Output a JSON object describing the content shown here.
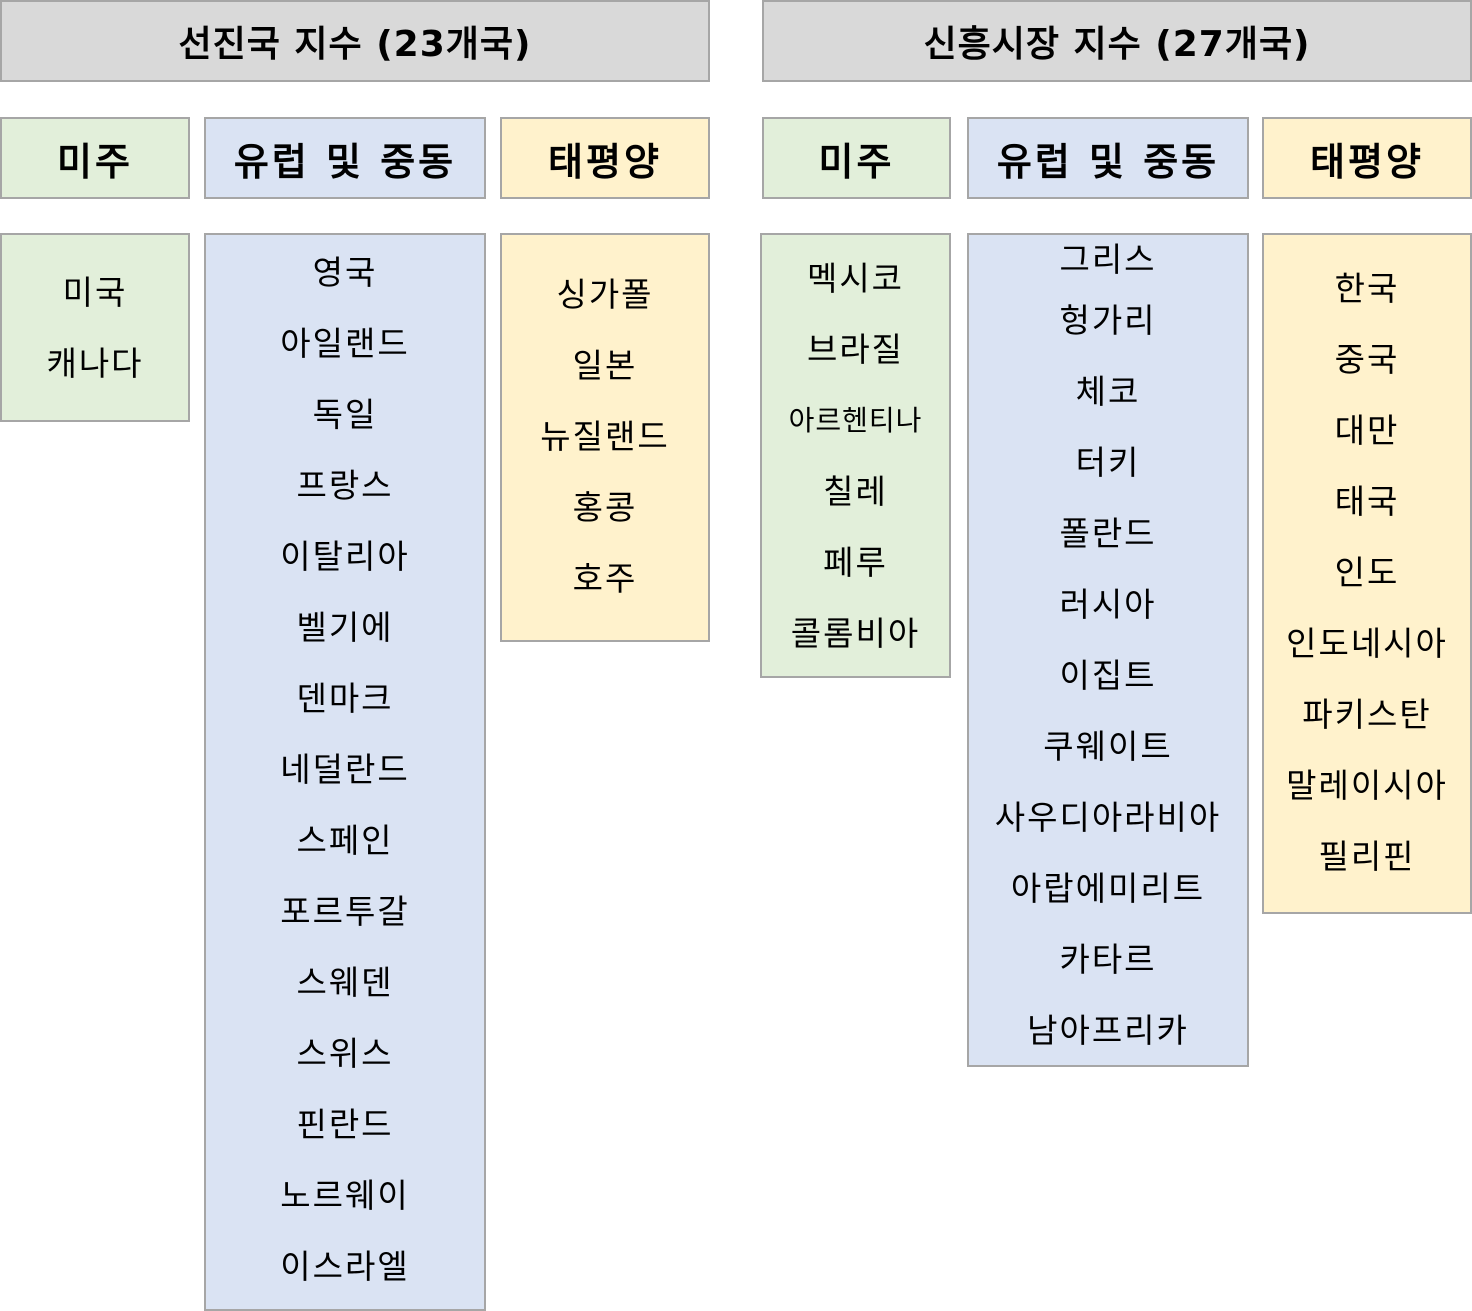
{
  "developed": {
    "title": "선진국 지수 (23개국)",
    "americas": {
      "label": "미주",
      "countries": [
        "미국",
        "캐나다"
      ]
    },
    "europe": {
      "label": "유럽 및 중동",
      "countries": [
        "영국",
        "아일랜드",
        "독일",
        "프랑스",
        "이탈리아",
        "벨기에",
        "덴마크",
        "네덜란드",
        "스페인",
        "포르투갈",
        "스웨덴",
        "스위스",
        "핀란드",
        "노르웨이",
        "이스라엘"
      ]
    },
    "pacific": {
      "label": "태평양",
      "countries": [
        "싱가폴",
        "일본",
        "뉴질랜드",
        "홍콩",
        "호주"
      ]
    }
  },
  "emerging": {
    "title": "신흥시장 지수 (27개국)",
    "americas": {
      "label": "미주",
      "countries": [
        "멕시코",
        "브라질",
        "아르헨티나",
        "칠레",
        "페루",
        "콜롬비아"
      ]
    },
    "europe": {
      "label": "유럽 및 중동",
      "countries": [
        "그리스",
        "헝가리",
        "체코",
        "터키",
        "폴란드",
        "러시아",
        "이집트",
        "쿠웨이트",
        "사우디아라비아",
        "아랍에미리트",
        "카타르",
        "남아프리카"
      ]
    },
    "pacific": {
      "label": "태평양",
      "countries": [
        "한국",
        "중국",
        "대만",
        "태국",
        "인도",
        "인도네시아",
        "파키스탄",
        "말레이시아",
        "필리핀"
      ]
    }
  },
  "colors": {
    "title_bg": "#d9d9d9",
    "americas_bg": "#e2efda",
    "europe_bg": "#dae3f3",
    "pacific_bg": "#fff2cc",
    "border": "#a6a6a6"
  }
}
